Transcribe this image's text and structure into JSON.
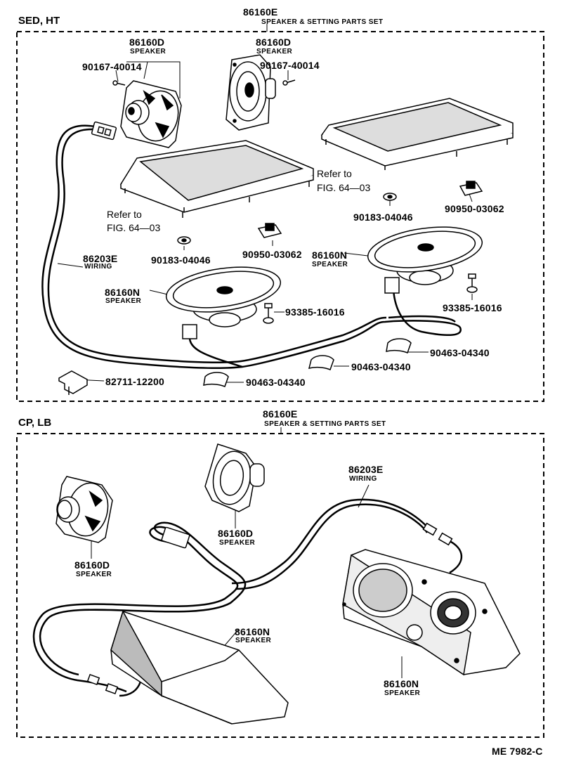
{
  "sections": [
    {
      "variant": "SED, HT",
      "set_number": "86160E",
      "set_name": "SPEAKER & SETTING PARTS SET",
      "parts": [
        {
          "number": "86160D",
          "name": "SPEAKER"
        },
        {
          "number": "86160D",
          "name": "SPEAKER"
        },
        {
          "number": "90167-40014"
        },
        {
          "number": "90167-40014"
        },
        {
          "number": "86203E",
          "name": "WIRING"
        },
        {
          "number": "86160N",
          "name": "SPEAKER"
        },
        {
          "number": "86160N",
          "name": "SPEAKER"
        },
        {
          "number": "90183-04046"
        },
        {
          "number": "90183-04046"
        },
        {
          "number": "90950-03062"
        },
        {
          "number": "90950-03062"
        },
        {
          "number": "93385-16016"
        },
        {
          "number": "93385-16016"
        },
        {
          "number": "90463-04340"
        },
        {
          "number": "90463-04340"
        },
        {
          "number": "90463-04340"
        },
        {
          "number": "82711-12200"
        }
      ],
      "references": [
        {
          "line1": "Refer to",
          "line2": "FIG. 64—03"
        },
        {
          "line1": "Refer to",
          "line2": "FIG. 64—03"
        }
      ]
    },
    {
      "variant": "CP, LB",
      "set_number": "86160E",
      "set_name": "SPEAKER & SETTING PARTS SET",
      "parts": [
        {
          "number": "86203E",
          "name": "WIRING"
        },
        {
          "number": "86160D",
          "name": "SPEAKER"
        },
        {
          "number": "86160D",
          "name": "SPEAKER"
        },
        {
          "number": "86160N",
          "name": "SPEAKER"
        },
        {
          "number": "86160N",
          "name": "SPEAKER"
        }
      ]
    }
  ],
  "figure_code": "ME 7982-C"
}
